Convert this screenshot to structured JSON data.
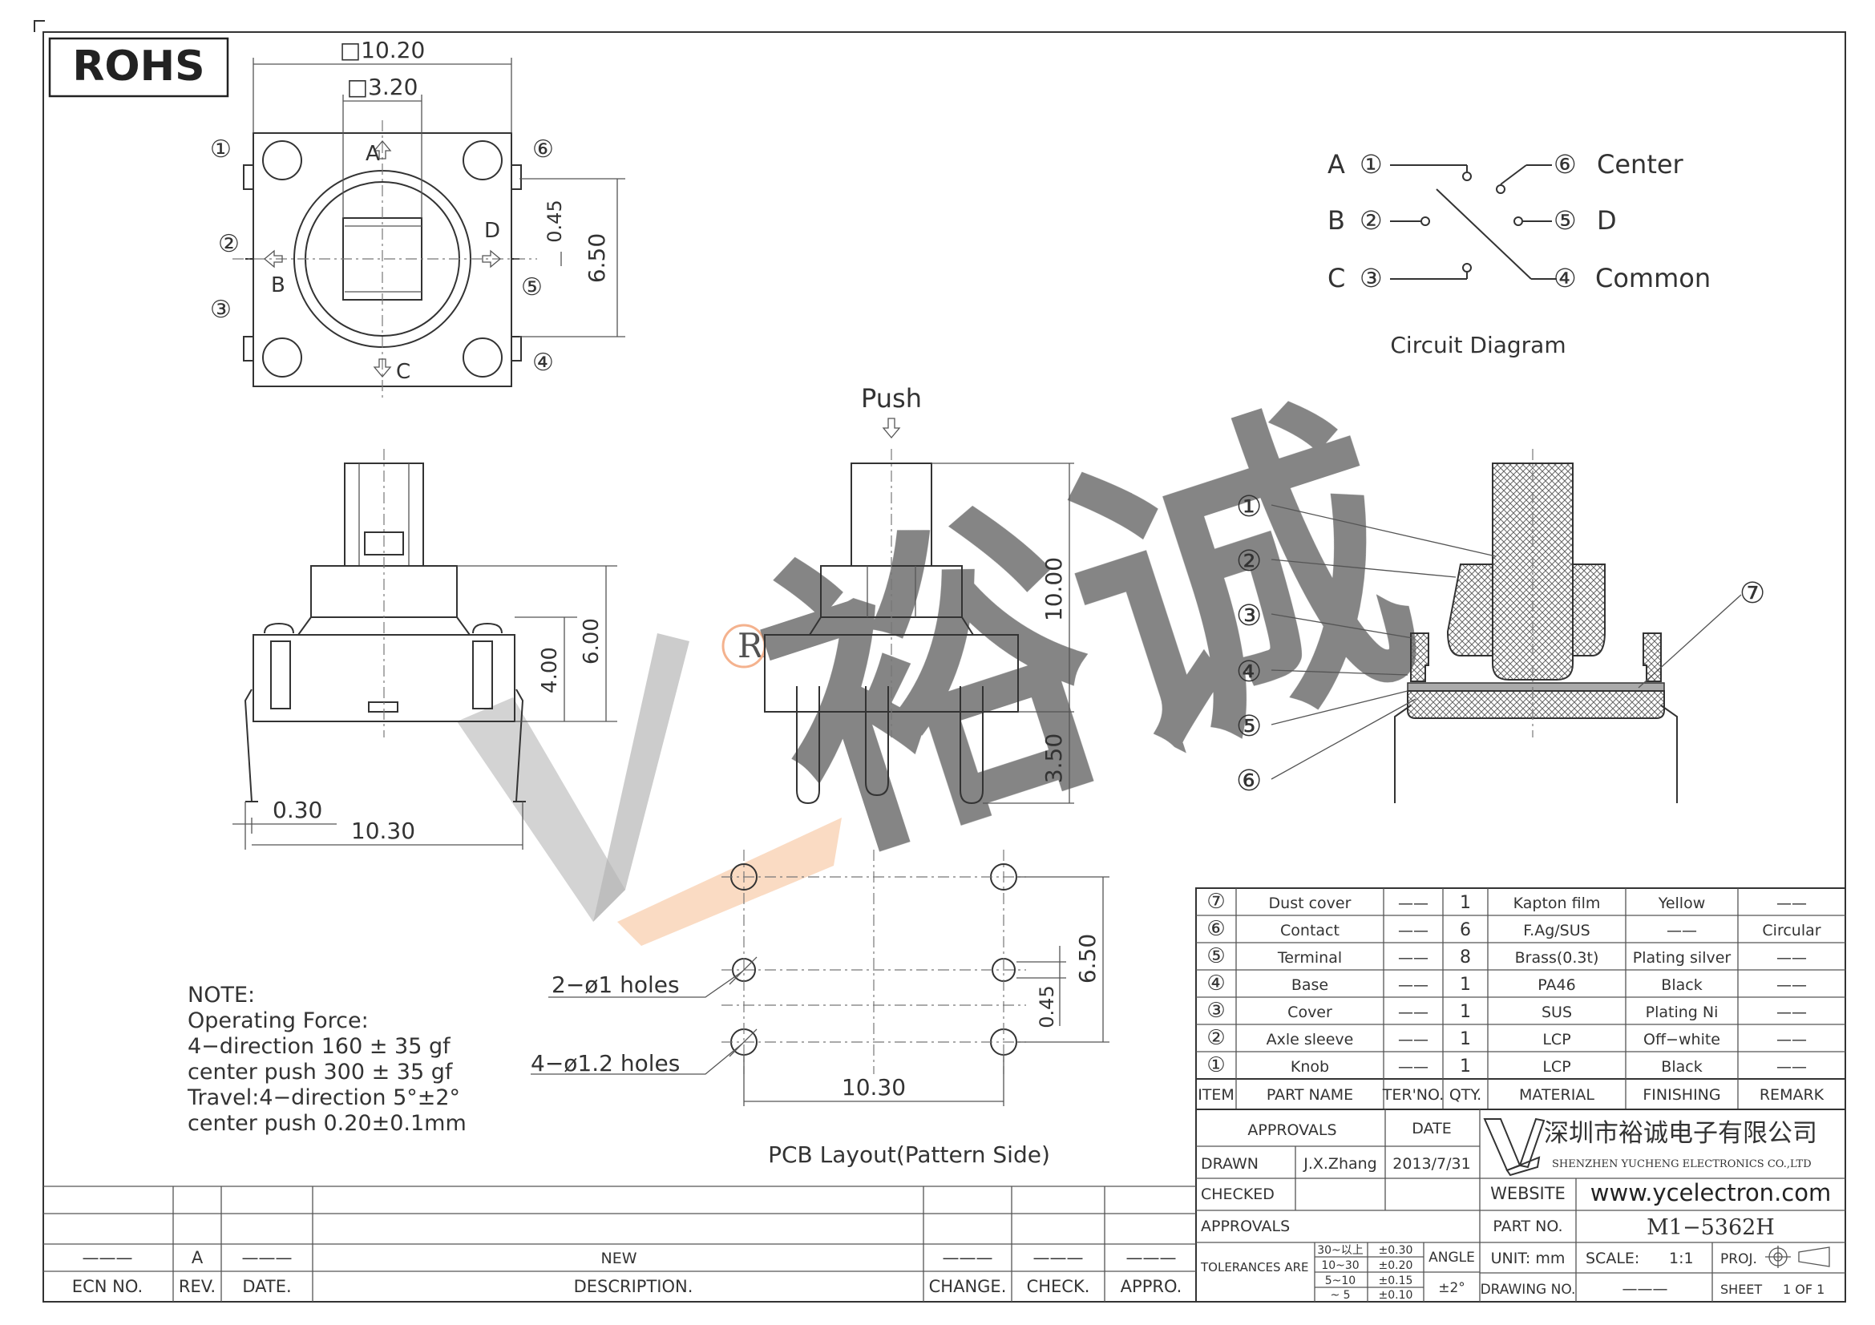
{
  "rohs": "ROHS",
  "watermark": {
    "logo_text": "裕诚",
    "registered": "R"
  },
  "top_view": {
    "dim_outer": "□10.20",
    "dim_inner": "□3.20",
    "dim_045": "0.45",
    "dim_650": "6.50",
    "dirs": [
      "A",
      "B",
      "C",
      "D"
    ],
    "pins": [
      "①",
      "②",
      "③",
      "④",
      "⑤",
      "⑥"
    ]
  },
  "side_view": {
    "dim_400": "4.00",
    "dim_600": "6.00",
    "dim_030": "0.30",
    "dim_1030": "10.30"
  },
  "front_view": {
    "push": "Push",
    "dim_1000": "10.00",
    "dim_350": "3.50"
  },
  "circuit": {
    "left": [
      {
        "letter": "A",
        "pin": "①"
      },
      {
        "letter": "B",
        "pin": "②"
      },
      {
        "letter": "C",
        "pin": "③"
      }
    ],
    "right": [
      {
        "pin": "⑥",
        "label": "Center"
      },
      {
        "pin": "⑤",
        "label": "D"
      },
      {
        "pin": "④",
        "label": "Common"
      }
    ],
    "caption": "Circuit Diagram"
  },
  "section": {
    "callouts": [
      "①",
      "②",
      "③",
      "④",
      "⑤",
      "⑥",
      "⑦"
    ]
  },
  "pcb": {
    "holes2": "2−ø1  holes",
    "holes4": "4−ø1.2  holes",
    "dim_650": "6.50",
    "dim_045": "0.45",
    "dim_1030": "10.30",
    "caption": "PCB  Layout(Pattern  Side)"
  },
  "notes": [
    "NOTE:",
    "Operating  Force:",
    "4−direction  160  ±  35  gf",
    "center  push  300  ±  35  gf",
    "Travel:4−direction  5°±2°",
    "center  push  0.20±0.1mm"
  ],
  "bom": {
    "rows": [
      {
        "item": "⑦",
        "name": "Dust  cover",
        "ter": "——",
        "qty": "1",
        "material": "Kapton  film",
        "finish": "Yellow",
        "remark": "——"
      },
      {
        "item": "⑥",
        "name": "Contact",
        "ter": "——",
        "qty": "6",
        "material": "F.Ag/SUS",
        "finish": "——",
        "remark": "Circular"
      },
      {
        "item": "⑤",
        "name": "Terminal",
        "ter": "——",
        "qty": "8",
        "material": "Brass(0.3t)",
        "finish": "Plating  silver",
        "remark": "——"
      },
      {
        "item": "④",
        "name": "Base",
        "ter": "——",
        "qty": "1",
        "material": "PA46",
        "finish": "Black",
        "remark": "——"
      },
      {
        "item": "③",
        "name": "Cover",
        "ter": "——",
        "qty": "1",
        "material": "SUS",
        "finish": "Plating  Ni",
        "remark": "——"
      },
      {
        "item": "②",
        "name": "Axle  sleeve",
        "ter": "——",
        "qty": "1",
        "material": "LCP",
        "finish": "Off−white",
        "remark": "——"
      },
      {
        "item": "①",
        "name": "Knob",
        "ter": "——",
        "qty": "1",
        "material": "LCP",
        "finish": "Black",
        "remark": "——"
      }
    ],
    "headers": [
      "ITEM",
      "PART  NAME",
      "TER'NO.",
      "QTY.",
      "MATERIAL",
      "FINISHING",
      "REMARK"
    ]
  },
  "title_block": {
    "approvals": "APPROVALS",
    "date": "DATE",
    "drawn": "DRAWN",
    "drawn_by": "J.X.Zhang",
    "drawn_date": "2013/7/31",
    "checked": "CHECKED",
    "approvals2": "APPROVALS",
    "company_cn": "深圳市裕诚电子有限公司",
    "company_en": "SHENZHEN  YUCHENG  ELECTRONICS  CO.,LTD",
    "website_label": "WEBSITE",
    "website": "www.ycelectron.com",
    "part_no_label": "PART  NO.",
    "part_no": "M1−5362H",
    "tolerances": "TOLERANCES  ARE",
    "tol_ranges": [
      "30~以上",
      "10~30",
      "5~10",
      "~ 5"
    ],
    "tol_values": [
      "±0.30",
      "±0.20",
      "±0.15",
      "±0.10"
    ],
    "angle": "ANGLE",
    "angle_val": "±2°",
    "unit": "UNIT:  mm",
    "scale": "SCALE:",
    "scale_val": "1:1",
    "proj": "PROJ.",
    "drawing_no": "DRAWING  NO.",
    "drawing_no_val": "———",
    "sheet": "SHEET",
    "sheet_val": "1  OF  1"
  },
  "revision": {
    "ecn_no": "ECN  NO.",
    "rev": "REV.",
    "date": "DATE.",
    "description": "DESCRIPTION.",
    "change": "CHANGE.",
    "check": "CHECK.",
    "appro": "APPRO.",
    "rev_a": "A",
    "new": "NEW",
    "dash": "———"
  }
}
